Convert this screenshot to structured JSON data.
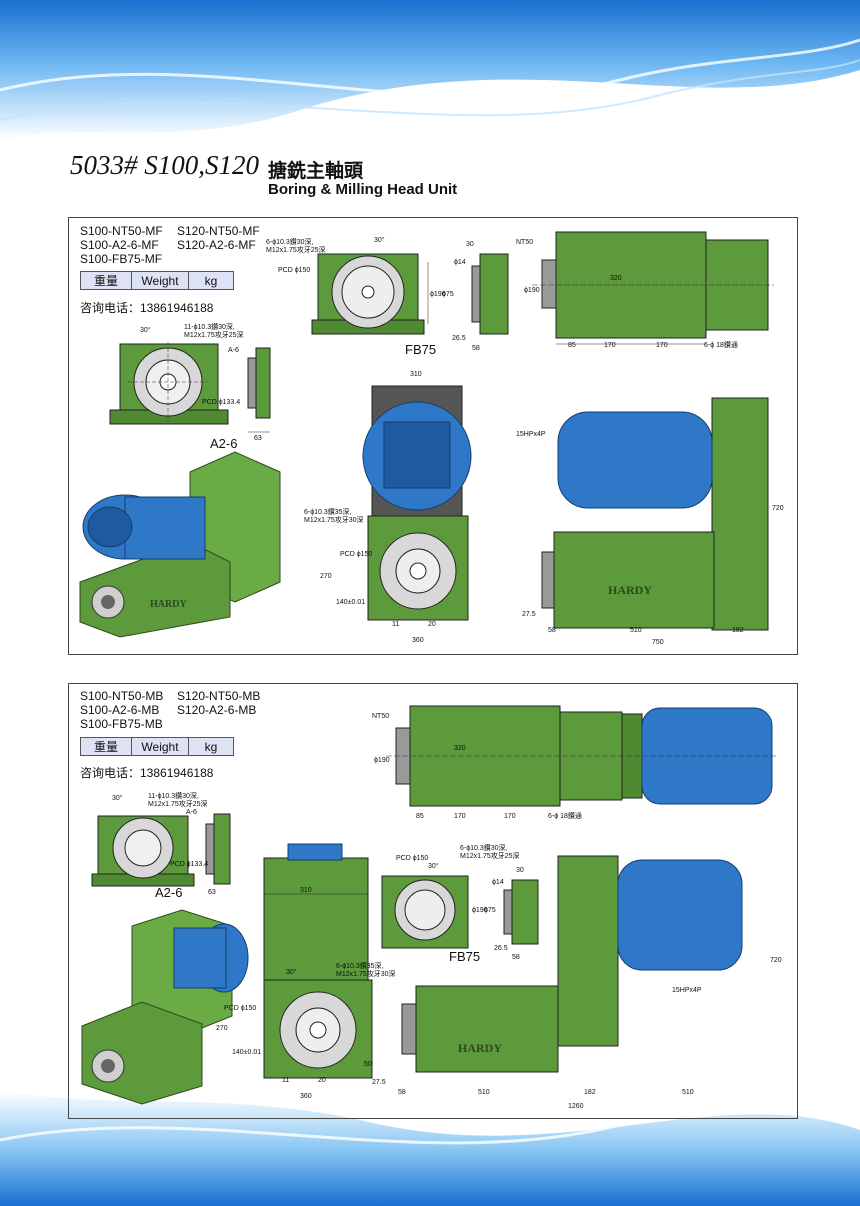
{
  "header": {
    "model": "5033# S100,S120",
    "title_cn": "搪銑主軸頭",
    "title_en": "Boring & Milling Head Unit"
  },
  "panel_mf": {
    "models": [
      "S100-NT50-MF",
      "S120-NT50-MF",
      "S100-A2-6-MF",
      "S120-A2-6-MF",
      "S100-FB75-MF"
    ],
    "weight_row": [
      "重量",
      "Weight",
      "kg"
    ],
    "phone": "咨询电话：13861946188",
    "label_a26": "A2-6",
    "label_fb75": "FB75",
    "brand": "HARDY",
    "motor": "15HPx4P",
    "spindle": "NT50",
    "dims": {
      "a26_angle": "30°",
      "a26_holes1": "11-ϕ10.3鑽30深,",
      "a26_holes2": "M12x1.75攻牙25深",
      "a26_ref": "A-6",
      "a26_pcd": "PCD ϕ133.4",
      "a26_w": "63",
      "fb_angle": "30°",
      "fb_holes1": "6-ϕ10.3鑽30深,",
      "fb_holes2": "M12x1.75攻牙25深",
      "fb_pcd": "PCD ϕ150",
      "fb_30": "30",
      "fb_14": "ϕ14",
      "fb_190": "ϕ190",
      "fb_75": "ϕ75",
      "fb_265": "26.5",
      "fb_58": "58",
      "top_320": "320",
      "top_85": "85",
      "top_170a": "170",
      "top_170b": "170",
      "top_holes": "6-ϕ 18鑽通",
      "top_190": "ϕ190",
      "front_310": "310",
      "front_holes1": "6-ϕ10.3鑽35深,",
      "front_holes2": "M12x1.75攻牙30深",
      "front_pcd": "PCD ϕ150",
      "front_270": "270",
      "front_140": "140±0.01",
      "front_11": "11",
      "front_20": "20",
      "front_360": "360",
      "side_720": "720",
      "side_275": "27.5",
      "side_58": "58",
      "side_510": "510",
      "side_182": "182",
      "side_750": "750"
    }
  },
  "panel_mb": {
    "models": [
      "S100-NT50-MB",
      "S120-NT50-MB",
      "S100-A2-6-MB",
      "S120-A2-6-MB",
      "S100-FB75-MB"
    ],
    "weight_row": [
      "重量",
      "Weight",
      "kg"
    ],
    "phone": "咨询电话：13861946188",
    "label_a26": "A2-6",
    "label_fb75": "FB75",
    "brand": "HARDY",
    "motor": "15HPx4P",
    "spindle": "NT50",
    "dims": {
      "top_190": "ϕ190",
      "top_320": "320",
      "top_85": "85",
      "top_170a": "170",
      "top_170b": "170",
      "top_holes": "6-ϕ 18鑽通",
      "a26_angle": "30°",
      "a26_holes1": "11-ϕ10.3鑽30深,",
      "a26_holes2": "M12x1.75攻牙25深",
      "a26_ref": "A-6",
      "a26_pcd": "PCD ϕ133.4",
      "a26_w": "63",
      "front_310": "310",
      "front_angle": "30°",
      "front_holes1": "6-ϕ10.3鑽35深,",
      "front_holes2": "M12x1.75攻牙30深",
      "front_pcd": "PCD ϕ150",
      "front_270": "270",
      "front_140": "140±0.01",
      "front_50": "50",
      "front_11": "11",
      "front_20": "20",
      "front_360": "360",
      "fb_pcd": "PCD ϕ150",
      "fb_angle": "30°",
      "fb_holes1": "6-ϕ10.3鑽30深,",
      "fb_holes2": "M12x1.75攻牙25深",
      "fb_30": "30",
      "fb_14": "ϕ14",
      "fb_190": "ϕ190",
      "fb_75": "ϕ75",
      "fb_265": "26.5",
      "fb_58": "58",
      "side_720": "720",
      "side_275": "27.5",
      "side_58": "58",
      "side_510a": "510",
      "side_182": "182",
      "side_510b": "510",
      "side_1260": "1260"
    }
  },
  "colors": {
    "machine_green": "#5c9a3c",
    "machine_green_light": "#7dba55",
    "motor_blue": "#2f78c8",
    "wave_blue": "#3d8fe0"
  }
}
